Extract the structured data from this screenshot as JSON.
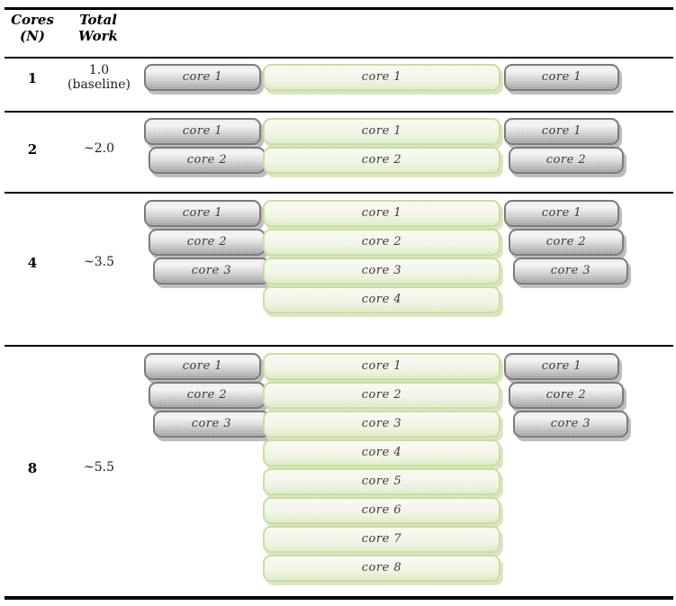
{
  "figure": {
    "title": "work-distribution-per-core-count",
    "header": {
      "cores_line1": "Cores",
      "cores_line2": "(N)",
      "work_line1": "Total",
      "work_line2": "Work"
    },
    "rows": [
      {
        "n": "1",
        "work": "1.0",
        "work_note": "(baseline)",
        "left": [
          "core 1"
        ],
        "middle": [
          "core 1"
        ],
        "right": [
          "core 1"
        ]
      },
      {
        "n": "2",
        "work": "~2.0",
        "left": [
          "core 1",
          "core 2"
        ],
        "middle": [
          "core 1",
          "core 2"
        ],
        "right": [
          "core 1",
          "core 2"
        ]
      },
      {
        "n": "4",
        "work": "~3.5",
        "left": [
          "core 1",
          "core 2",
          "core 3"
        ],
        "middle": [
          "core 1",
          "core 2",
          "core 3",
          "core 4"
        ],
        "right": [
          "core 1",
          "core 2",
          "core 3"
        ]
      },
      {
        "n": "8",
        "work": "~5.5",
        "left": [
          "core 1",
          "core 2",
          "core 3"
        ],
        "middle": [
          "core 1",
          "core 2",
          "core 3",
          "core 4",
          "core 5",
          "core 6",
          "core 7",
          "core 8"
        ],
        "right": [
          "core 1",
          "core 2",
          "core 3"
        ]
      }
    ],
    "colors": {
      "gray_bar_border": "#7b7b7b",
      "gray_bar_fill_top": "#f4f4f4",
      "gray_bar_fill_bottom": "#a5a5a5",
      "green_bar_border": "#c6dfa1",
      "green_bar_fill_top": "#f8faf2",
      "green_bar_fill_bottom": "#dfecc9",
      "rule": "#000000",
      "bar_text": "#3a3a3a"
    }
  }
}
